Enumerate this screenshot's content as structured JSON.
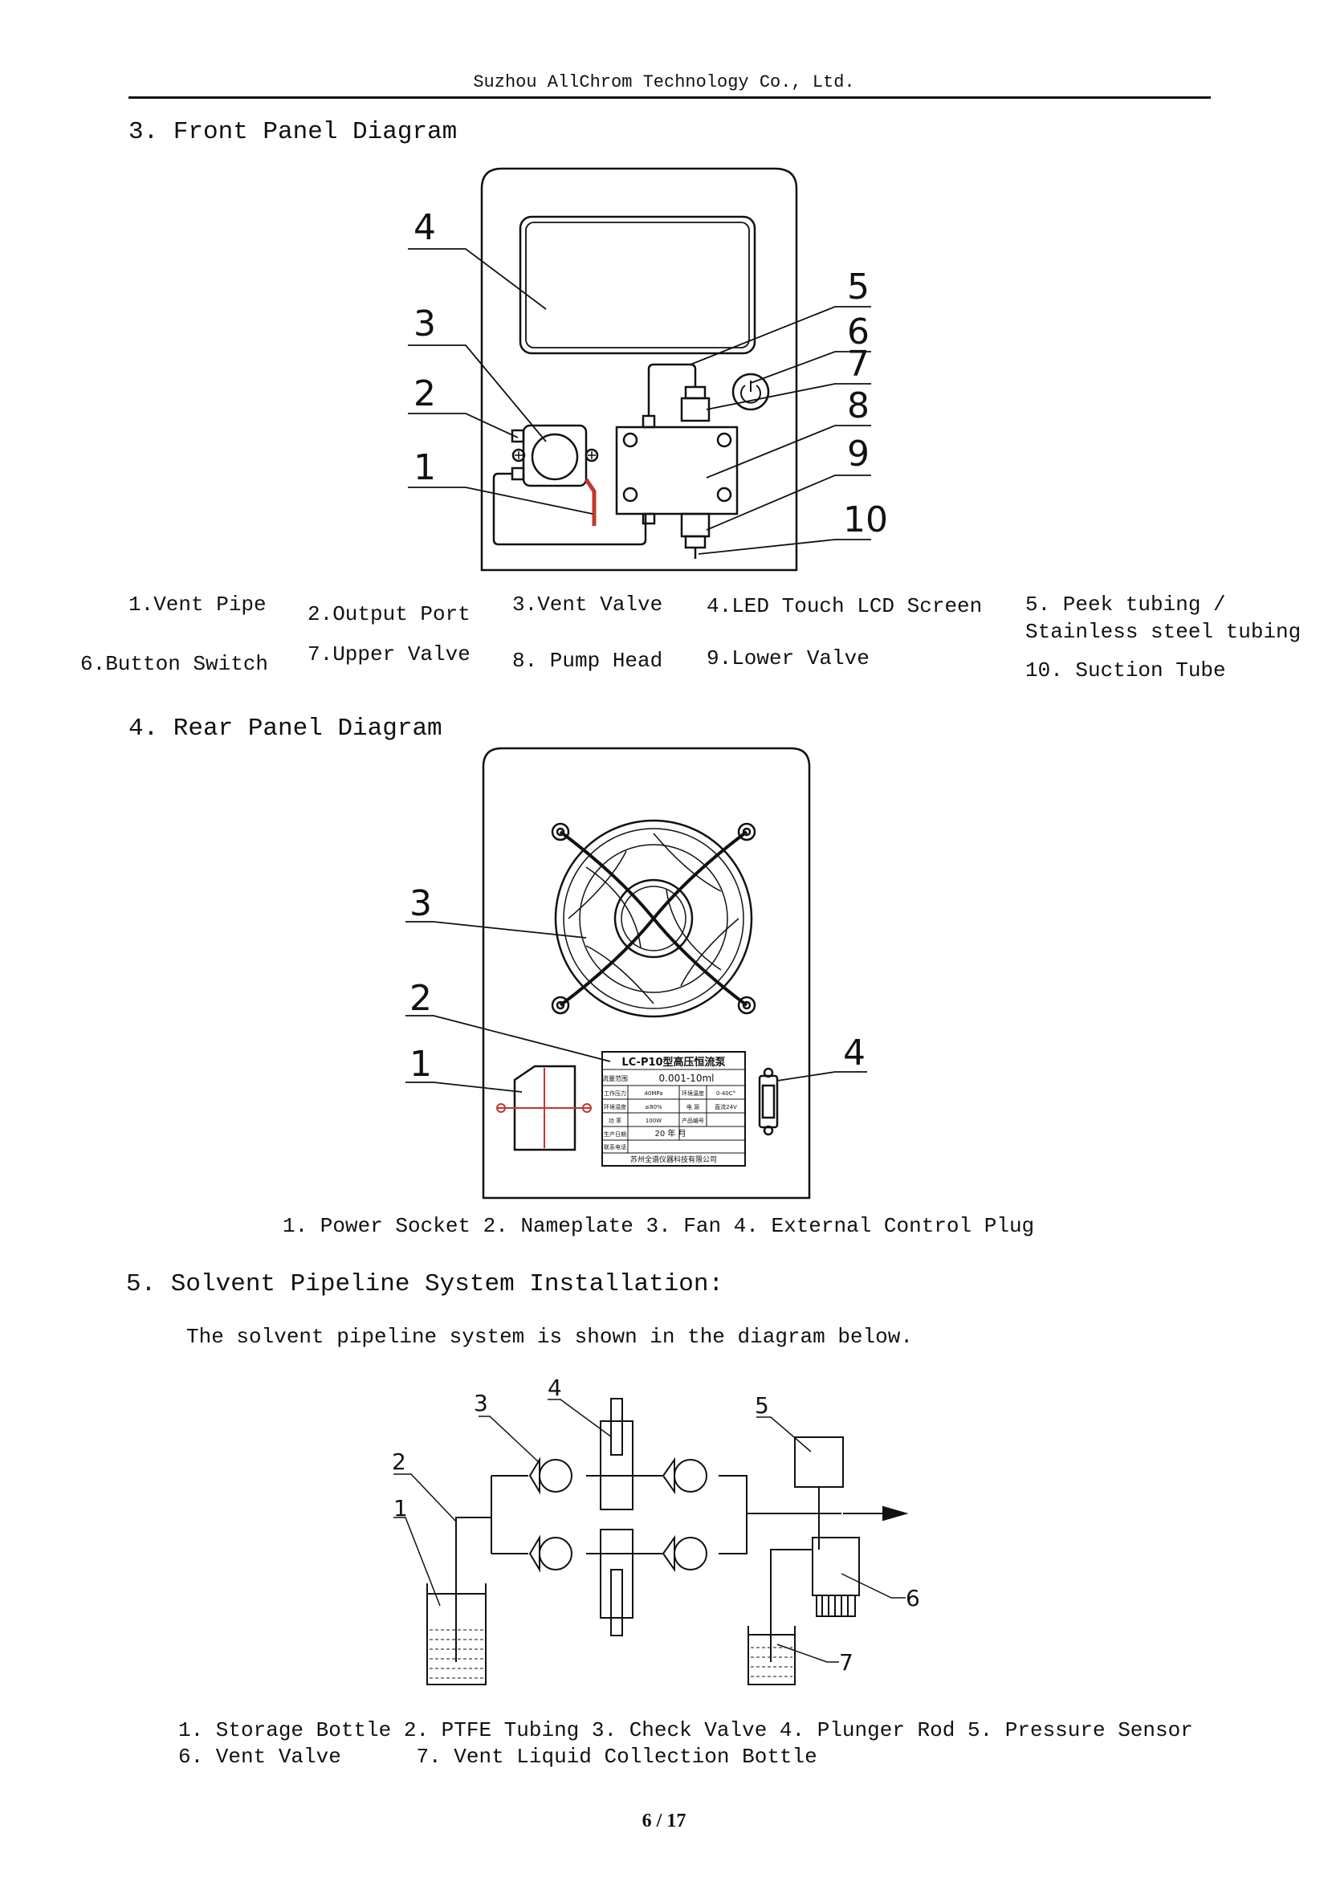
{
  "header": {
    "company": "Suzhou AllChrom Technology Co., Ltd."
  },
  "front_panel": {
    "heading": "3. Front Panel Diagram",
    "callouts": [
      "1",
      "2",
      "3",
      "4",
      "5",
      "6",
      "7",
      "8",
      "9",
      "10"
    ],
    "legend": [
      "1.Vent  Pipe",
      "2.Output  Port",
      "3.Vent  Valve",
      "4.LED  Touch  LCD  Screen",
      "5. Peek tubing /",
      "Stainless steel tubing",
      "6.Button  Switch",
      "7.Upper  Valve",
      "8. Pump Head",
      "9.Lower  Valve",
      "10. Suction Tube"
    ]
  },
  "rear_panel": {
    "heading": "4. Rear Panel Diagram",
    "callouts": [
      "1",
      "2",
      "3",
      "4"
    ],
    "nameplate": {
      "title": "LC-P10型高压恒流泵",
      "r1_label": "流量范围",
      "r1_value": "0.001-10ml",
      "r2_label": "工作压力",
      "r2_value": "40MPa",
      "r2_label2": "环境温度",
      "r2_value2": "0-40C°",
      "r3_label": "环境湿度",
      "r3_value": "≤80%",
      "r3_label2": "电 源",
      "r3_value2": "直流24V",
      "r4_label": "功 率",
      "r4_value": "100W",
      "r4_label2": "产品编号",
      "r5_label": "生产日期",
      "r5_value": "20   年   月",
      "r6_label": "联系电话",
      "footer": "苏州全谱仪器科技有限公司"
    },
    "legend": "1. Power Socket   2. Nameplate   3. Fan    4. External Control Plug"
  },
  "solvent_section": {
    "heading": "5. Solvent Pipeline System Installation:",
    "intro": "The solvent pipeline system is shown in the diagram below.",
    "callouts": [
      "1",
      "2",
      "3",
      "4",
      "5",
      "6",
      "7"
    ],
    "legend_line1": "1. Storage Bottle  2. PTFE Tubing  3. Check Valve  4. Plunger Rod  5. Pressure Sensor",
    "legend_line2": "6. Vent Valve      7. Vent Liquid Collection Bottle"
  },
  "footer": {
    "page": "6 / 17"
  }
}
